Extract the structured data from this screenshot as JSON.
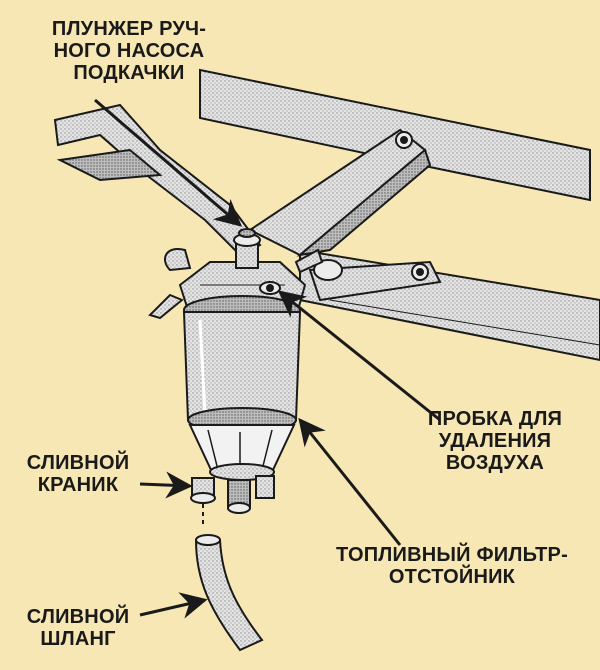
{
  "labels": {
    "plunger": [
      "ПЛУНЖЕР РУЧ-",
      "НОГО НАСОСА",
      "ПОДКАЧКИ"
    ],
    "plug": [
      "ПРОБКА ДЛЯ",
      "УДАЛЕНИЯ",
      "ВОЗДУХА"
    ],
    "tap": [
      "СЛИВНОЙ",
      "КРАНИК"
    ],
    "filter": [
      "ТОПЛИВНЫЙ ФИЛЬТР-",
      "ОТСТОЙНИК"
    ],
    "hose": [
      "СЛИВНОЙ",
      "ШЛАНГ"
    ]
  },
  "colors": {
    "background": "#f6e7b4",
    "ink": "#1a1a1a",
    "shade": "#cfcfcf",
    "light": "#ececec"
  }
}
